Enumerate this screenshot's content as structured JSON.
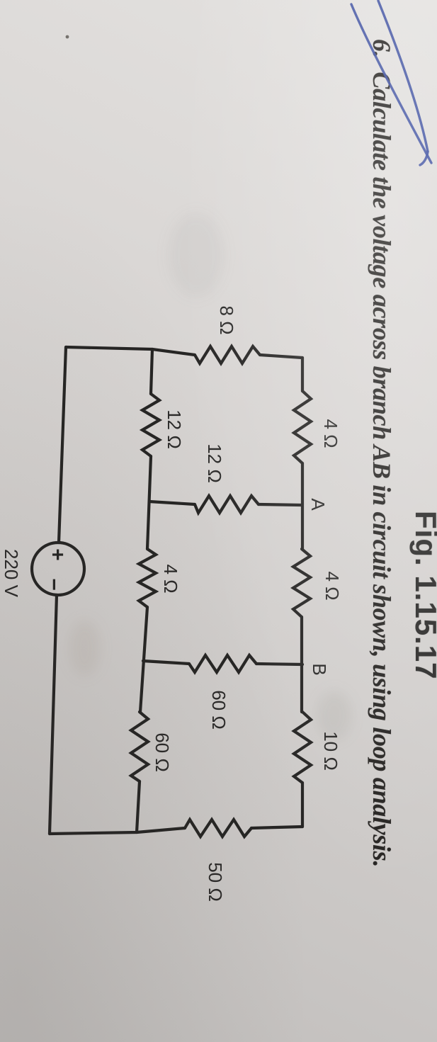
{
  "page": {
    "figure_caption": "Fig. 1.15.17",
    "problem_number": "6.",
    "problem_text": "Calculate the voltage across branch AB in circuit shown, using loop analysis."
  },
  "circuit": {
    "nodes": {
      "a": "A",
      "b": "B"
    },
    "source": {
      "voltage": "220 V",
      "plus": "+",
      "minus": "−"
    },
    "resistors": {
      "r8": "8 Ω",
      "r4_top_left": "4 Ω",
      "r4_ab": "4 Ω",
      "r10": "10 Ω",
      "r12_vertical": "12 Ω",
      "r12_horizontal": "12 Ω",
      "r4_middle": "4 Ω",
      "r60_vertical": "60 Ω",
      "r60_horizontal": "60 Ω",
      "r50": "50 Ω"
    }
  },
  "colors": {
    "paper": "#d6d3d1",
    "ink": "#262524",
    "pen_mark_blue": "#3b4da0"
  }
}
